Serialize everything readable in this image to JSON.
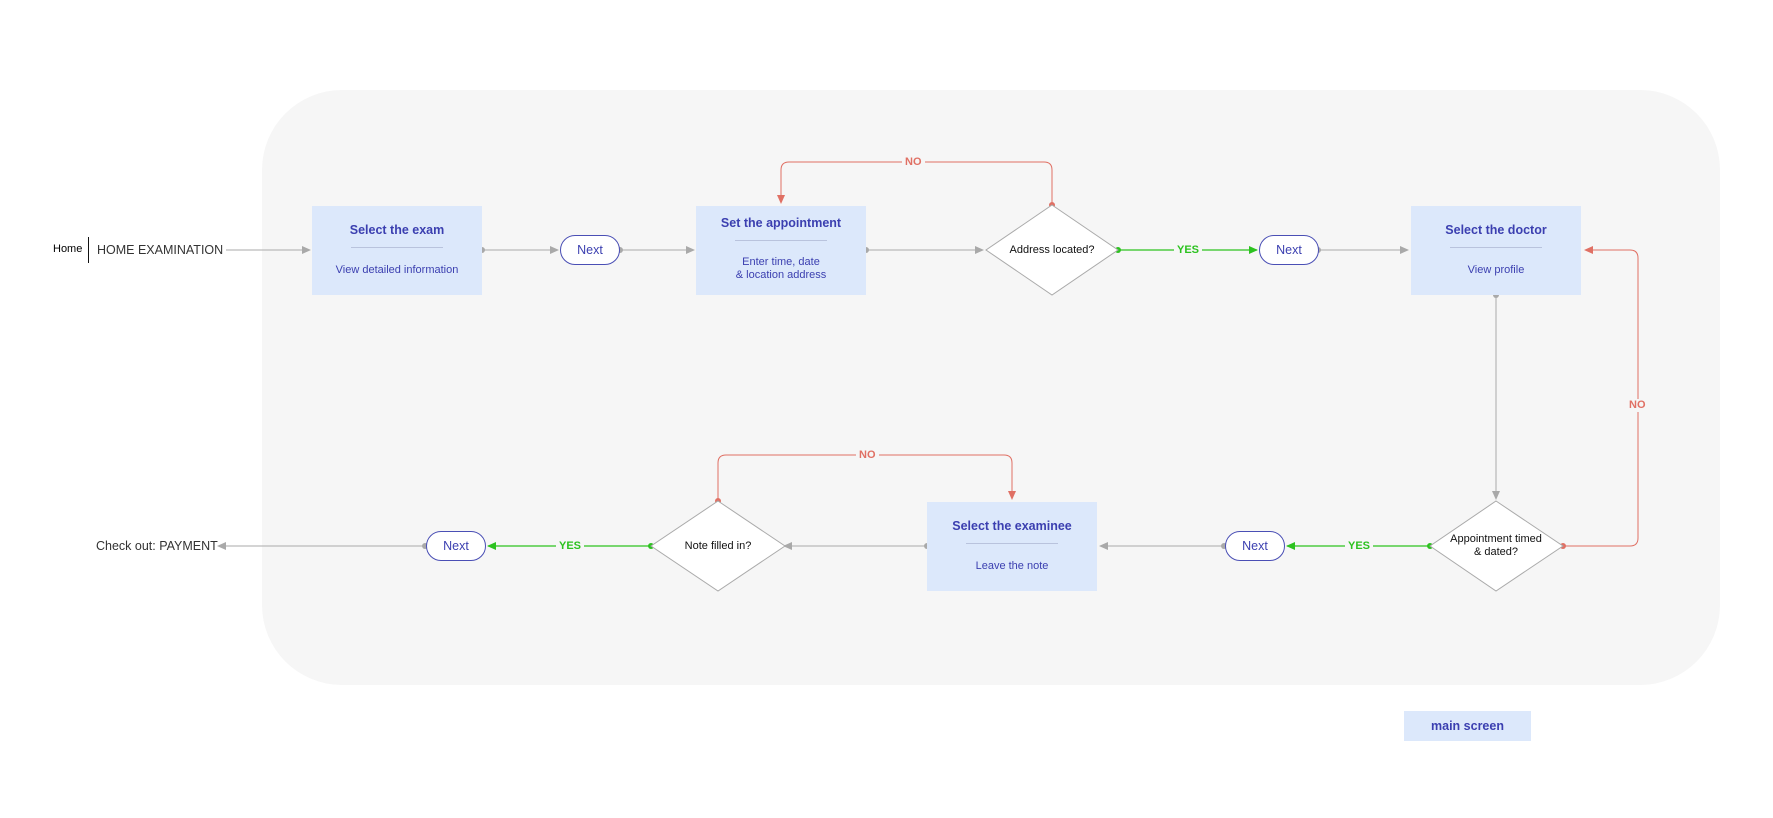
{
  "start": {
    "home": "Home",
    "title": "HOME EXAMINATION"
  },
  "end": {
    "label": "Check out: PAYMENT"
  },
  "screens": {
    "select_exam": {
      "title": "Select the exam",
      "sub": "View detailed information"
    },
    "set_appointment": {
      "title": "Set the appointment",
      "sub_line1": "Enter time, date",
      "sub_line2": "& location address"
    },
    "select_doctor": {
      "title": "Select the doctor",
      "sub": "View profile"
    },
    "select_examinee": {
      "title": "Select the examinee",
      "sub": "Leave the note"
    }
  },
  "decisions": {
    "address": "Address located?",
    "appointment_line1": "Appointment timed",
    "appointment_line2": "& dated?",
    "note": "Note filled in?"
  },
  "next_label": "Next",
  "edge_labels": {
    "yes": "YES",
    "no": "NO"
  },
  "legend": {
    "main_screen": "main screen"
  },
  "colors": {
    "screen_fill": "#dce8fb",
    "screen_text": "#3b3fb0",
    "yes": "#2cc21f",
    "no": "#e07064",
    "edge": "#a9a9a9",
    "panel": "#f6f6f6"
  }
}
